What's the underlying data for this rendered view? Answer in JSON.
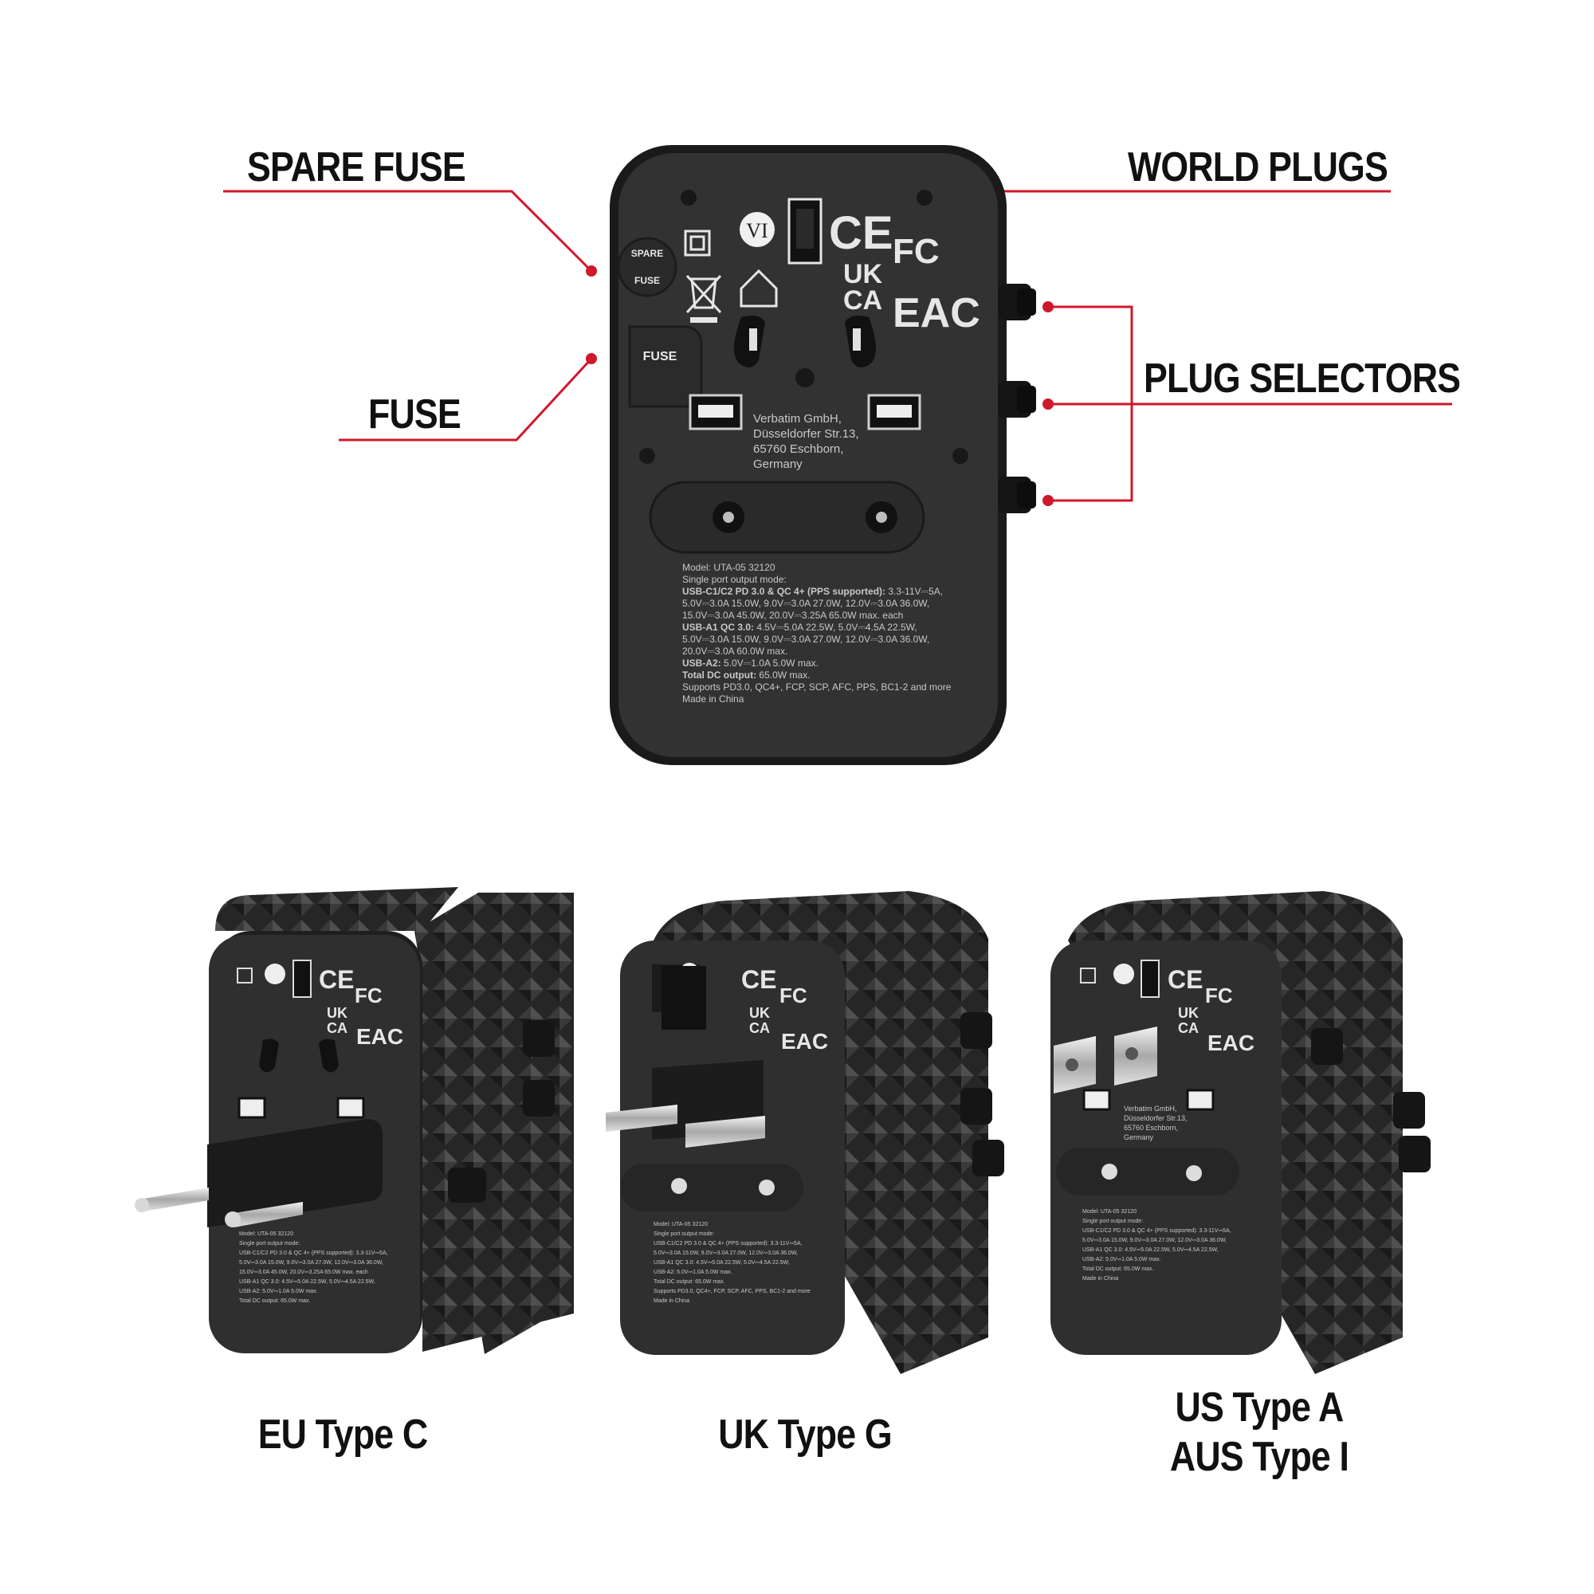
{
  "callouts": {
    "spare_fuse": "SPARE FUSE",
    "fuse": "FUSE",
    "world_plugs": "WORLD PLUGS",
    "plug_selectors": "PLUG SELECTORS"
  },
  "device_marks": {
    "vi": "VI",
    "ce": "CE",
    "fc": "FC",
    "ukca_top": "UK",
    "ukca_bottom": "CA",
    "eac": "EAC",
    "spare_fuse_cap": "SPARE FUSE",
    "fuse_cap": "FUSE"
  },
  "address_lines": [
    "Verbatim GmbH,",
    "Düsseldorfer Str.13,",
    "65760 Eschborn,",
    "Germany"
  ],
  "spec_lines": [
    {
      "bold": "",
      "text": "Model:  UTA-05 32120"
    },
    {
      "bold": "",
      "text": "Single port output mode:"
    },
    {
      "bold": "USB-C1/C2 PD 3.0 & QC 4+ (PPS supported):",
      "text": " 3.3-11V⎓5A,"
    },
    {
      "bold": "",
      "text": "5.0V⎓3.0A 15.0W, 9.0V⎓3.0A 27.0W, 12.0V⎓3.0A 36.0W,"
    },
    {
      "bold": "",
      "text": "15.0V⎓3.0A 45.0W, 20.0V⎓3.25A 65.0W max. each"
    },
    {
      "bold": "USB-A1 QC 3.0:",
      "text": " 4.5V⎓5.0A 22.5W, 5.0V⎓4.5A 22.5W,"
    },
    {
      "bold": "",
      "text": "5.0V⎓3.0A 15.0W, 9.0V⎓3.0A 27.0W, 12.0V⎓3.0A 36.0W,"
    },
    {
      "bold": "",
      "text": "20.0V⎓3.0A 60.0W max."
    },
    {
      "bold": "USB-A2:",
      "text": " 5.0V⎓1.0A 5.0W max."
    },
    {
      "bold": "Total DC output:",
      "text": " 65.0W max."
    },
    {
      "bold": "",
      "text": "Supports PD3.0, QC4+, FCP, SCP, AFC, PPS, BC1-2 and more"
    },
    {
      "bold": "",
      "text": "Made in China"
    }
  ],
  "variants": [
    {
      "caption": "EU Type C"
    },
    {
      "caption": "UK Type G"
    },
    {
      "caption_line1": "US Type A",
      "caption_line2": "AUS Type I"
    }
  ],
  "colors": {
    "accent_red": "#d0182b",
    "device_body": "#2b2b2b",
    "device_face": "#353535",
    "text_black": "#111111"
  }
}
